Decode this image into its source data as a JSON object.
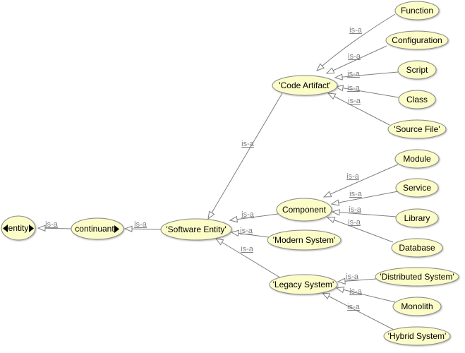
{
  "diagram": {
    "relation": "is-a",
    "colors": {
      "background": "#ffffff",
      "node_fill": "#fcfcc8",
      "node_border": "#898989",
      "edge": "#7f7f7f",
      "edge_label": "#808080",
      "node_text": "#000000",
      "arrowhead_fill": "#ffffff"
    },
    "nodes": [
      {
        "id": "entity",
        "label": "entity"
      },
      {
        "id": "continuant",
        "label": "continuant"
      },
      {
        "id": "software-entity",
        "label": "'Software Entity'"
      },
      {
        "id": "code-artifact",
        "label": "'Code Artifact'"
      },
      {
        "id": "component",
        "label": "Component"
      },
      {
        "id": "modern-system",
        "label": "'Modern System'"
      },
      {
        "id": "legacy-system",
        "label": "'Legacy System'"
      },
      {
        "id": "function",
        "label": "Function"
      },
      {
        "id": "configuration",
        "label": "Configuration"
      },
      {
        "id": "script",
        "label": "Script"
      },
      {
        "id": "class",
        "label": "Class"
      },
      {
        "id": "source-file",
        "label": "'Source File'"
      },
      {
        "id": "module",
        "label": "Module"
      },
      {
        "id": "service",
        "label": "Service"
      },
      {
        "id": "library",
        "label": "Library"
      },
      {
        "id": "database",
        "label": "Database"
      },
      {
        "id": "distributed-system",
        "label": "'Distributed System'"
      },
      {
        "id": "monolith",
        "label": "Monolith"
      },
      {
        "id": "hybrid-system",
        "label": "'Hybrid System'"
      }
    ],
    "edges": [
      {
        "from": "continuant",
        "to": "entity",
        "label": "is-a"
      },
      {
        "from": "software-entity",
        "to": "continuant",
        "label": "is-a"
      },
      {
        "from": "code-artifact",
        "to": "software-entity",
        "label": "is-a"
      },
      {
        "from": "component",
        "to": "software-entity",
        "label": "is-a"
      },
      {
        "from": "modern-system",
        "to": "software-entity",
        "label": "is-a"
      },
      {
        "from": "legacy-system",
        "to": "software-entity",
        "label": "is-a"
      },
      {
        "from": "function",
        "to": "code-artifact",
        "label": "is-a"
      },
      {
        "from": "configuration",
        "to": "code-artifact",
        "label": "is-a"
      },
      {
        "from": "script",
        "to": "code-artifact",
        "label": "is-a"
      },
      {
        "from": "class",
        "to": "code-artifact",
        "label": "is-a"
      },
      {
        "from": "source-file",
        "to": "code-artifact",
        "label": "is-a"
      },
      {
        "from": "module",
        "to": "component",
        "label": "is-a"
      },
      {
        "from": "service",
        "to": "component",
        "label": "is-a"
      },
      {
        "from": "library",
        "to": "component",
        "label": "is-a"
      },
      {
        "from": "database",
        "to": "component",
        "label": "is-a"
      },
      {
        "from": "distributed-system",
        "to": "legacy-system",
        "label": "is-a"
      },
      {
        "from": "monolith",
        "to": "legacy-system",
        "label": "is-a"
      },
      {
        "from": "hybrid-system",
        "to": "legacy-system",
        "label": "is-a"
      }
    ]
  }
}
